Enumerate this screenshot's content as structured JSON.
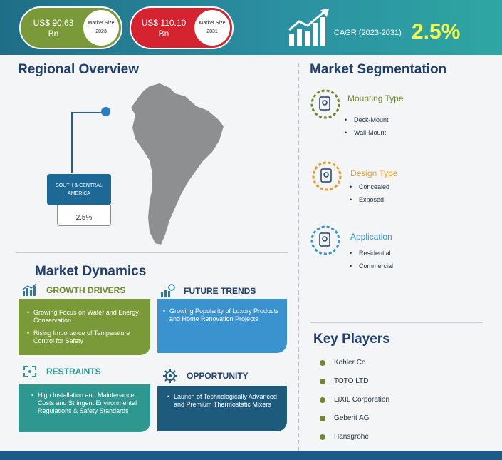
{
  "header": {
    "market_2023_value": "US$ 90.63\nBn",
    "market_2023_label": "Market Size 2023",
    "market_2031_value": "US$ 110.10\nBn",
    "market_2031_label": "Market Size 2031",
    "cagr_label": "CAGR (2023-2031)",
    "cagr_value": "2.5%",
    "colors": {
      "green": "#7a9a3a",
      "red": "#d52330",
      "cagr": "#f3f84a"
    }
  },
  "regional": {
    "title": "Regional Overview",
    "region_name": "SOUTH & CENTRAL AMERICA",
    "region_value": "2.5%"
  },
  "dynamics": {
    "title": "Market Dynamics",
    "growth_drivers": {
      "title": "GROWTH DRIVERS",
      "items": [
        "Growing Focus on Water and Energy Conservation",
        "Rising Importance of Temperature Control for Safety"
      ]
    },
    "future_trends": {
      "title": "FUTURE TRENDS",
      "items": [
        "Growing Popularity of Luxury Products and Home Renovation Projects"
      ]
    },
    "restraints": {
      "title": "RESTRAINTS",
      "items": [
        "High Installation and Maintenance Costs and Stringent Environmental Regulations & Safety Standards"
      ]
    },
    "opportunity": {
      "title": "OPPORTUNITY",
      "items": [
        "Launch of Technologically Advanced and Premium Thermostatic Mixers"
      ]
    }
  },
  "segmentation": {
    "title": "Market Segmentation",
    "mounting": {
      "title": "Mounting Type",
      "items": [
        "Deck-Mount",
        "Wall-Mount"
      ],
      "color": "#6e8a2c"
    },
    "design": {
      "title": "Design Type",
      "items": [
        "Concealed",
        "Exposed"
      ],
      "color": "#e89b2a"
    },
    "application": {
      "title": "Application",
      "items": [
        "Residential",
        "Commercial"
      ],
      "color": "#3a92cf"
    }
  },
  "key_players": {
    "title": "Key Players",
    "items": [
      "Kohler Co",
      "TOTO LTD",
      "LIXIL Corporation",
      "Geberit AG",
      "Hansgrohe"
    ]
  }
}
